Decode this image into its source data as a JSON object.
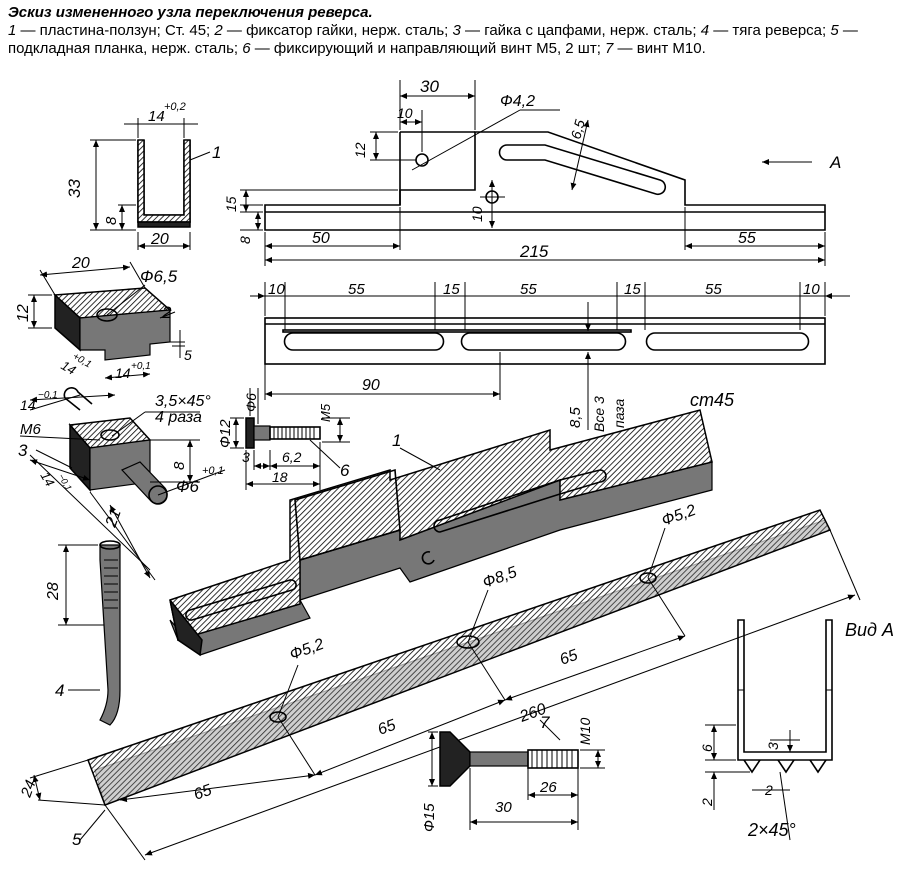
{
  "caption": {
    "title": "Эскиз измененного узла переключения реверса.",
    "items": [
      {
        "num": "1",
        "text": " — пластина-ползун; Ст. 45; "
      },
      {
        "num": "2",
        "text": " — фиксатор гайки, нерж. сталь; "
      },
      {
        "num": "3",
        "text": " — гайка с цапфами, нерж. сталь; "
      },
      {
        "num": "4",
        "text": " — тяга реверса; "
      },
      {
        "num": "5",
        "text": " — подкладная планка, нерж. сталь; "
      },
      {
        "num": "6",
        "text": " — фиксирующий и направляющий винт М5, 2 шт; "
      },
      {
        "num": "7",
        "text": " — винт М10."
      }
    ]
  },
  "labels": {
    "view_arrow": "А",
    "view_a": "Вид А",
    "material": "ст45",
    "slots_note_1": "Все 3",
    "slots_note_2": "паза",
    "p1": "1",
    "p2": "2",
    "p3": "3",
    "p4": "4",
    "p5": "5",
    "p6": "6",
    "p7": "7",
    "p1b": "1",
    "p2b": "2",
    "p3b": "3",
    "p6b": "6"
  },
  "dims": {
    "d14_02": "14",
    "d14_02_tol": "+0,2",
    "d33": "33",
    "d8a": "8",
    "d20a": "20",
    "d30": "30",
    "d10a": "10",
    "d12a": "12",
    "dphi42": "Ф4,2",
    "d65a": "6,5",
    "d15a": "15",
    "d8b": "8",
    "d10b": "10",
    "d50": "50",
    "d215": "215",
    "d55a": "55",
    "d20b": "20",
    "dphi65": "Ф6,5",
    "d12b": "12",
    "d5": "5",
    "d14_01a": "14",
    "d14_01a_tol": "+0,1",
    "d14_01b": "14",
    "d14_01b_tol": "+0,1",
    "r10a": "10",
    "r55a": "55",
    "r15a": "15",
    "r55b": "55",
    "r15b": "15",
    "r55c": "55",
    "r10b": "10",
    "d90": "90",
    "d85": "8,5",
    "d14m01": "14",
    "d14m01_tol": "−0,1",
    "d35x45": "3,5×45°",
    "d4raza": "4 раза",
    "dM6": "М6",
    "d14m01b": "14",
    "d14m01b_tol": "−0,1",
    "d8c": "8",
    "dphi6": "Ф6",
    "dphi6_tol": "+0,1",
    "d21": "21",
    "dphi6b": "Ф6",
    "dphi12": "Ф12",
    "dM5": "М5",
    "d3": "3",
    "d62": "6,2",
    "d18": "18",
    "d28": "28",
    "dphi52a": "Ф5,2",
    "dphi85": "Ф8,5",
    "dphi52b": "Ф5,2",
    "d65b": "65",
    "d260": "260",
    "d65c": "65",
    "d65d": "65",
    "d24": "24",
    "dM10": "М10",
    "d26": "26",
    "d30b": "30",
    "dphi15": "Ф15",
    "d6": "6",
    "d3b": "3",
    "d2a": "2",
    "d2b": "2",
    "d2x45": "2×45°"
  }
}
